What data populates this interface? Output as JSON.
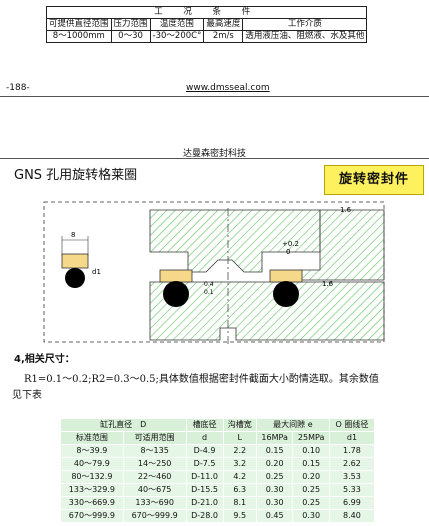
{
  "conditions_table": {
    "title": "工 况 条 件",
    "headers": [
      "可提供直径范围",
      "压力范围",
      "温度范围",
      "最高速度",
      "工作介质"
    ],
    "values": [
      "8～1000mm",
      "0～30",
      "-30～200C°",
      "2m/s",
      "透用液压油、阻燃液、水及其他"
    ]
  },
  "page_number": "-188-",
  "website": "www.dmsseal.com",
  "company": "达曼森密封科技",
  "product_title": "GNS 孔用旋转格莱圈",
  "brand_badge": "旋转密封件",
  "drawing": {
    "dim_8": "8",
    "dim_d1": "d1",
    "roughness_top": "1.6",
    "roughness_mid": "1.6",
    "roughness_left_a": "0.4",
    "roughness_left_b": "0.1",
    "tolerance_plus": "+0.2",
    "tolerance_zero": "0"
  },
  "section_heading": "4,相关尺寸：",
  "note_line1": "R1=0.1～0.2;R2=0.3～0.5;具体数值根据密封件截面大小酌情选取。其余数值",
  "note_line2": "见下表",
  "dims_table": {
    "header1": [
      "缸孔直径　D",
      "槽底径",
      "沟槽宽",
      "最大间隙 e",
      "O 圈线径"
    ],
    "header2": [
      "标准范围",
      "可适用范围",
      "d",
      "L",
      "16MPa",
      "25MPa",
      "d1"
    ],
    "rows": [
      [
        "8～39.9",
        "8～135",
        "D-4.9",
        "2.2",
        "0.15",
        "0.10",
        "1.78"
      ],
      [
        "40～79.9",
        "14～250",
        "D-7.5",
        "3.2",
        "0.20",
        "0.15",
        "2.62"
      ],
      [
        "80～132.9",
        "22～460",
        "D-11.0",
        "4.2",
        "0.25",
        "0.20",
        "3.53"
      ],
      [
        "133～329.9",
        "40～675",
        "D-15.5",
        "6.3",
        "0.30",
        "0.25",
        "5.33"
      ],
      [
        "330～669.9",
        "133～690",
        "D-21.0",
        "8.1",
        "0.30",
        "0.25",
        "6.99"
      ],
      [
        "670～999.9",
        "670～999.9",
        "D-28.0",
        "9.5",
        "0.45",
        "0.30",
        "8.40"
      ]
    ]
  },
  "colors": {
    "hatch": "#5fc35f",
    "brand_bg": "#fdf15e",
    "table_bg": "#d8f0d8"
  }
}
